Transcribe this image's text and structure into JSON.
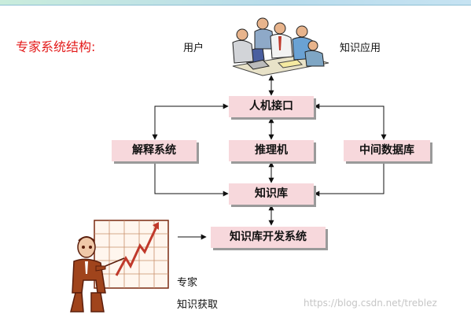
{
  "title": "专家系统结构:",
  "labels": {
    "user": "用户",
    "knowledge_app": "知识应用",
    "expert": "专家",
    "knowledge_acquire": "知识获取"
  },
  "nodes": {
    "hci": "人机接口",
    "explain": "解释系统",
    "inference": "推理机",
    "database": "中间数据库",
    "kb": "知识库",
    "kb_dev": "知识库开发系统"
  },
  "watermark": "https://blog.csdn.net/treblez"
}
